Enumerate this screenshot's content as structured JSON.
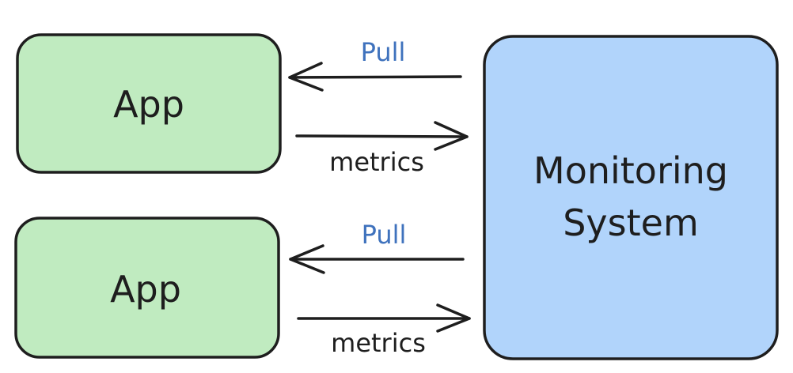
{
  "diagram": {
    "nodes": {
      "app_1": {
        "label": "App",
        "fill": "#c0ebc0"
      },
      "app_2": {
        "label": "App",
        "fill": "#c0ebc0"
      },
      "monitoring": {
        "label_line_1": "Monitoring",
        "label_line_2": "System",
        "fill": "#b1d4fb"
      }
    },
    "edges": {
      "pull_1": {
        "label": "Pull",
        "from": "monitoring",
        "to": "app_1"
      },
      "metrics_1": {
        "label": "metrics",
        "from": "app_1",
        "to": "monitoring"
      },
      "pull_2": {
        "label": "Pull",
        "from": "monitoring",
        "to": "app_2"
      },
      "metrics_2": {
        "label": "metrics",
        "from": "app_2",
        "to": "monitoring"
      }
    },
    "colors": {
      "stroke": "#1e1e1e",
      "pull_text": "#3f72bd",
      "app_fill": "#c0ebc0",
      "monitoring_fill": "#b1d4fb"
    }
  }
}
